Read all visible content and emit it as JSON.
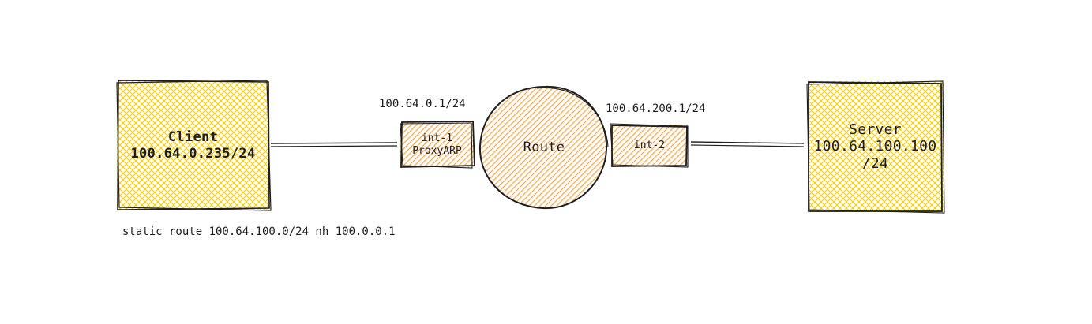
{
  "colors": {
    "client_fill": "#f5d015",
    "server_fill": "#f5d015",
    "router_fill": "#ffa94d",
    "interface_fill": "#ffa94d",
    "stroke": "#1e1e1e"
  },
  "nodes": {
    "client": {
      "line1": "Client",
      "line2": "100.64.0.235/24"
    },
    "int1": {
      "line1": "int-1",
      "line2": "ProxyARP"
    },
    "router": {
      "label": "Route"
    },
    "int2": {
      "label": "int-2"
    },
    "server": {
      "line1": "Server",
      "line2": "100.64.100.100",
      "line3": "/24"
    }
  },
  "annotations": {
    "int1_address": "100.64.0.1/24",
    "int2_address": "100.64.200.1/24",
    "static_route": "static route 100.64.100.0/24 nh 100.0.0.1"
  }
}
